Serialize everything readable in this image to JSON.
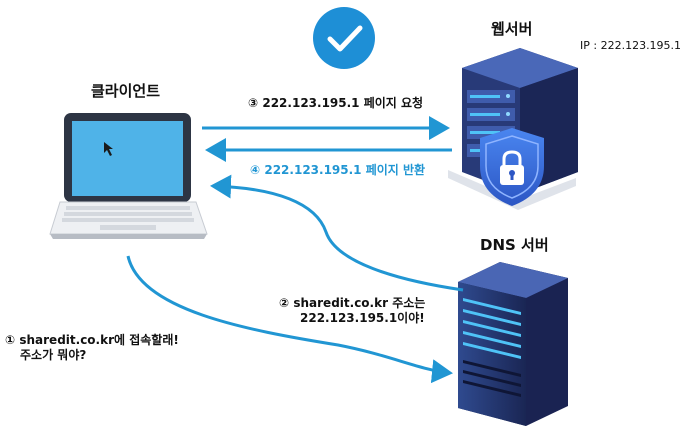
{
  "colors": {
    "accent": "#2196d3",
    "check_circle": "#1e8fd6",
    "text": "#111111",
    "shield": "#3a6fd8",
    "server_dark": "#1f2a5c",
    "screen": "#4fb3e8"
  },
  "nodes": {
    "client": {
      "title": "클라이언트",
      "icon": "laptop-icon"
    },
    "web_server": {
      "title": "웹서버",
      "ip_label": "IP : 222.123.195.1",
      "icon": "server-rack-icon"
    },
    "dns_server": {
      "title": "DNS 서버",
      "icon": "server-tower-icon"
    }
  },
  "status_icon": "check-circle-icon",
  "steps": [
    {
      "marker": "①",
      "lines": [
        "sharedit.co.kr에 접속할래!",
        "주소가 뭐야?"
      ]
    },
    {
      "marker": "②",
      "lines": [
        "sharedit.co.kr 주소는",
        "222.123.195.1이야!"
      ]
    },
    {
      "marker": "③",
      "lines": [
        "222.123.195.1 페이지 요청"
      ]
    },
    {
      "marker": "④",
      "lines": [
        "222.123.195.1 페이지 반환"
      ]
    }
  ]
}
